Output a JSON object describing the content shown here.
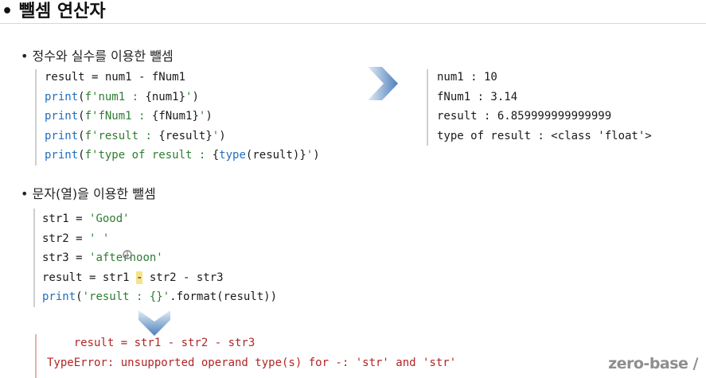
{
  "title": "• 뺄셈 연산자",
  "section1": {
    "heading": "• 정수와 실수를 이용한 뺄셈",
    "code": [
      [
        {
          "t": "result = num1 - fNum1",
          "c": ""
        }
      ],
      [
        {
          "t": "print",
          "c": "kw"
        },
        {
          "t": "(",
          "c": ""
        },
        {
          "t": "f'num1 : ",
          "c": "str"
        },
        {
          "t": "{num1}",
          "c": "br"
        },
        {
          "t": "'",
          "c": "str"
        },
        {
          "t": ")",
          "c": ""
        }
      ],
      [
        {
          "t": "print",
          "c": "kw"
        },
        {
          "t": "(",
          "c": ""
        },
        {
          "t": "f'fNum1 : ",
          "c": "str"
        },
        {
          "t": "{fNum1}",
          "c": "br"
        },
        {
          "t": "'",
          "c": "str"
        },
        {
          "t": ")",
          "c": ""
        }
      ],
      [
        {
          "t": "print",
          "c": "kw"
        },
        {
          "t": "(",
          "c": ""
        },
        {
          "t": "f'result : ",
          "c": "str"
        },
        {
          "t": "{result}",
          "c": "br"
        },
        {
          "t": "'",
          "c": "str"
        },
        {
          "t": ")",
          "c": ""
        }
      ],
      [
        {
          "t": "print",
          "c": "kw"
        },
        {
          "t": "(",
          "c": ""
        },
        {
          "t": "f'type of result : ",
          "c": "str"
        },
        {
          "t": "{",
          "c": "br"
        },
        {
          "t": "type",
          "c": "kw"
        },
        {
          "t": "(result)}",
          "c": "br"
        },
        {
          "t": "'",
          "c": "str"
        },
        {
          "t": ")",
          "c": ""
        }
      ]
    ],
    "output": [
      "num1 : 10",
      "fNum1 : 3.14",
      "result : 6.859999999999999",
      "type of result : <class 'float'>"
    ]
  },
  "section2": {
    "heading": "• 문자(열)을 이용한 뺄셈",
    "code": [
      [
        {
          "t": "str1 = ",
          "c": ""
        },
        {
          "t": "'Good'",
          "c": "str"
        }
      ],
      [
        {
          "t": "str2 = ",
          "c": ""
        },
        {
          "t": "' '",
          "c": "str"
        }
      ],
      [
        {
          "t": "str3 = ",
          "c": ""
        },
        {
          "t": "'afternoon'",
          "c": "str"
        }
      ],
      [
        {
          "t": "result = str1 ",
          "c": ""
        },
        {
          "t": "-",
          "c": "hl"
        },
        {
          "t": " str2 - str3",
          "c": ""
        }
      ],
      [
        {
          "t": "print",
          "c": "kw"
        },
        {
          "t": "(",
          "c": ""
        },
        {
          "t": "'result : {}'",
          "c": "str"
        },
        {
          "t": ".format(result))",
          "c": ""
        }
      ]
    ],
    "error": [
      "    result = str1 - str2 - str3",
      "TypeError: unsupported operand type(s) for -: 'str' and 'str'"
    ]
  },
  "brand": "zero-base /",
  "colors": {
    "keyword": "#1f6fc0",
    "string": "#2e7d32",
    "error": "#b32424",
    "arrow": "#5b8fc7",
    "highlight": "#f7e38a"
  }
}
